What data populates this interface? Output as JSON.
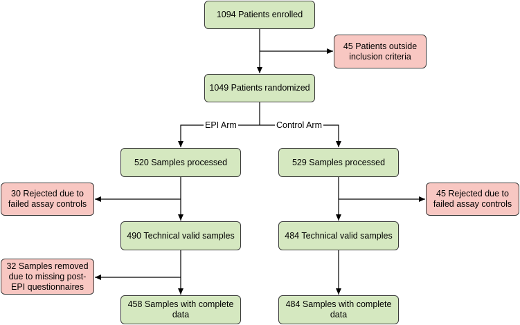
{
  "colors": {
    "main_fill": "#d5e8c0",
    "excluded_fill": "#f8c7c2",
    "stroke": "#3a3a3a"
  },
  "boxes": {
    "enrolled": "1094 Patients enrolled",
    "outside_criteria": "45 Patients outside inclusion criteria",
    "randomized": "1049 Patients randomized",
    "epi_processed": "520 Samples processed",
    "control_processed": "529 Samples processed",
    "epi_rejected": "30 Rejected due to failed assay controls",
    "control_rejected": "45 Rejected due to failed assay controls",
    "epi_valid": "490 Technical valid samples",
    "control_valid": "484 Technical valid samples",
    "epi_removed": "32 Samples removed due to missing post-EPI questionnaires",
    "epi_complete": "458 Samples with complete data",
    "control_complete": "484 Samples with complete data"
  },
  "arms": {
    "epi": "EPI Arm",
    "control": "Control Arm"
  }
}
